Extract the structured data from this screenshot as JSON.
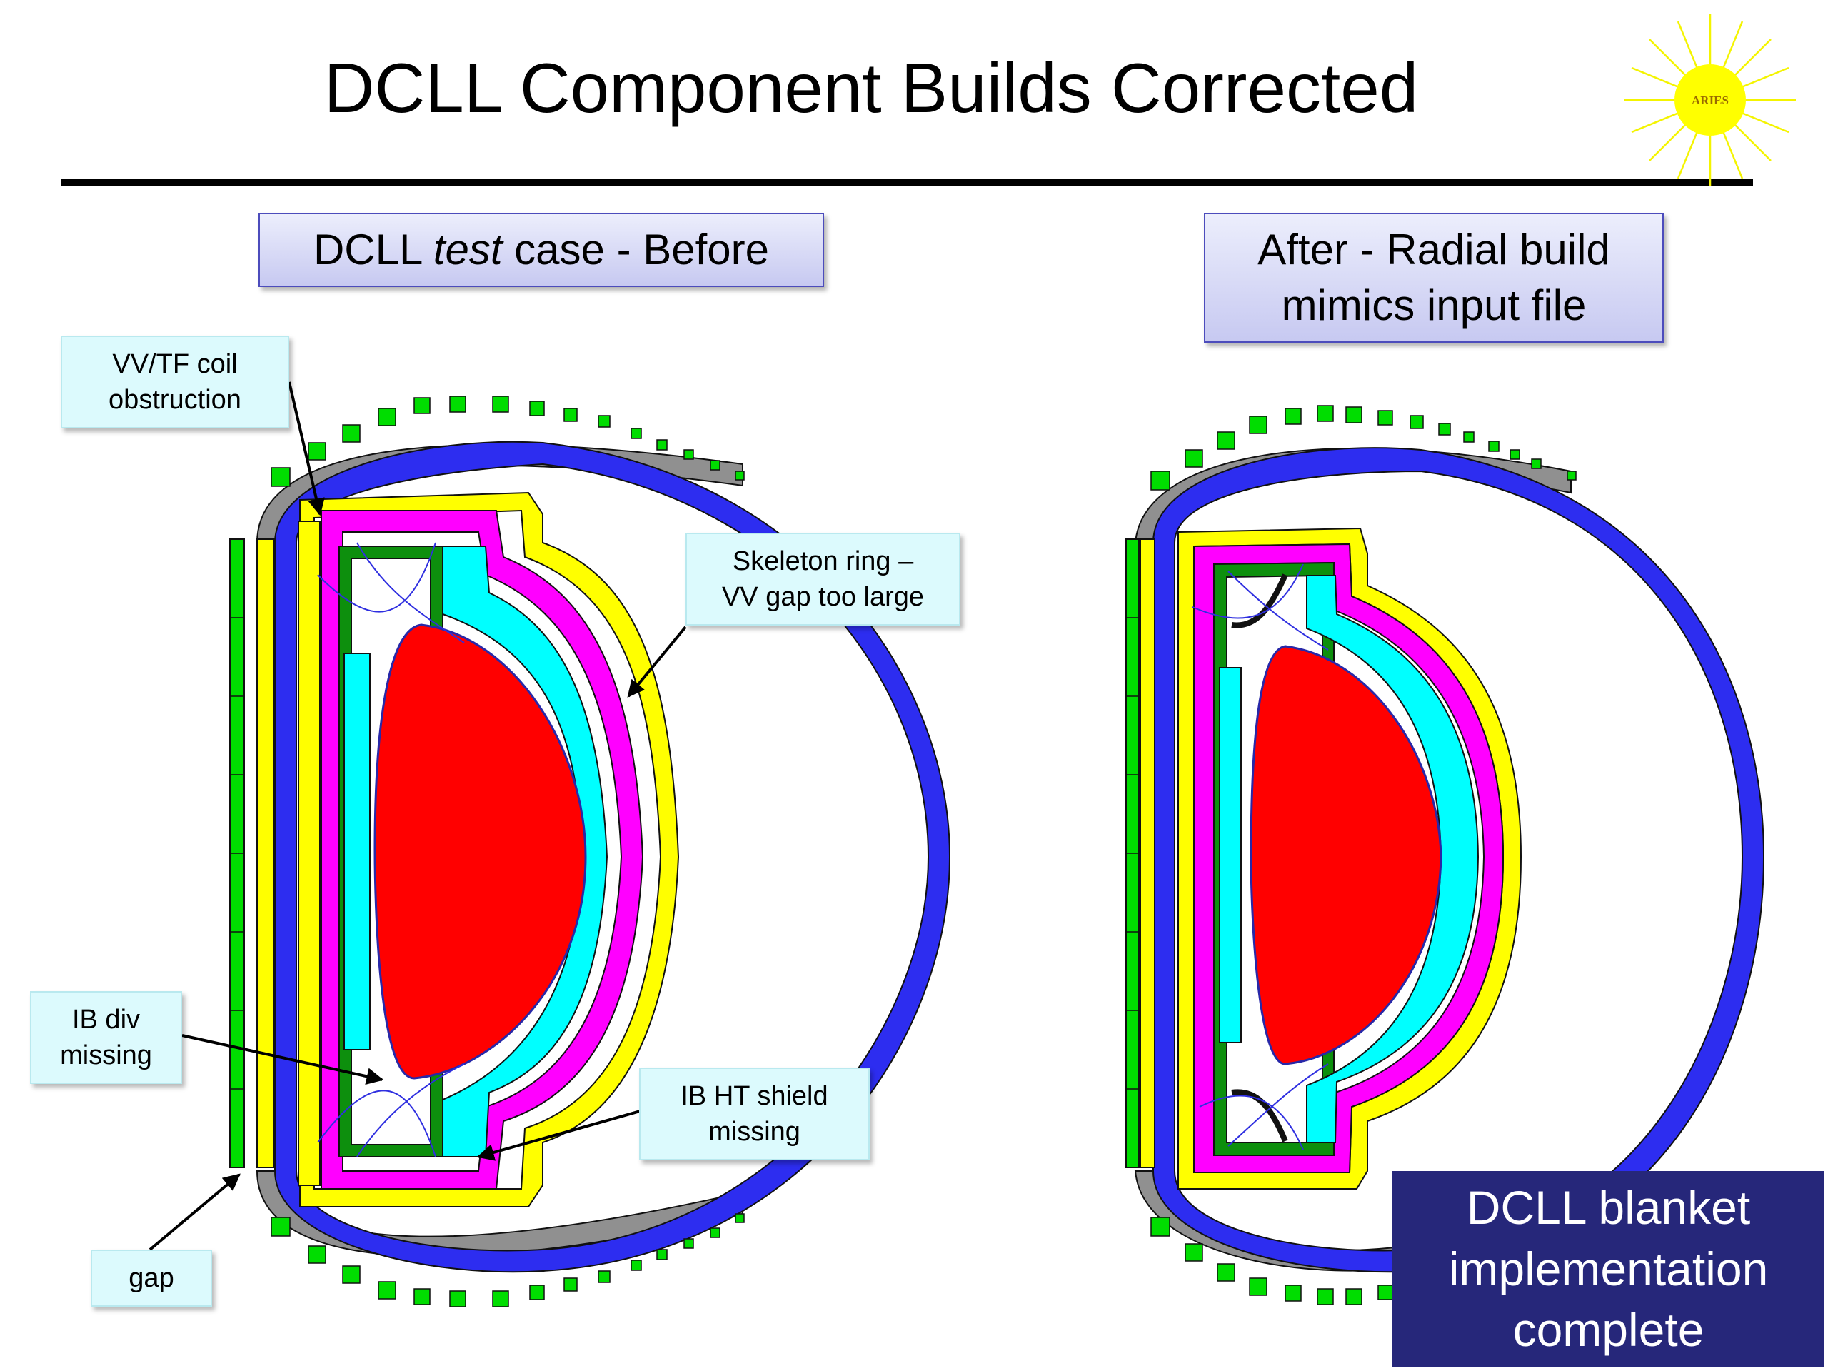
{
  "slide": {
    "title": "DCLL Component Builds Corrected"
  },
  "logo": {
    "text": "ARIES",
    "color": "#ffff00"
  },
  "panels": {
    "before": {
      "header_pre": "DCLL ",
      "header_em": "test",
      "header_post": " case - Before"
    },
    "after": {
      "header": "After - Radial build\nmimics input file"
    }
  },
  "callouts": {
    "vv_tf_coil": "VV/TF coil\nobstruction",
    "skeleton_ring": "Skeleton ring –\nVV gap too large",
    "ib_div": "IB div\nmissing",
    "ib_ht_shield": "IB HT shield\nmissing",
    "gap": "gap"
  },
  "conclusion": "DCLL blanket\nimplementation\ncomplete",
  "colors": {
    "plasma": "#ff0000",
    "blanket": "#00ffff",
    "vacuum_vessel": "#ff00ff",
    "shield": "#ffff00",
    "divertor": "#0d8f0d",
    "coils": "#00dd00",
    "cryostat": "#2d2df0",
    "skeleton": "#909090",
    "conclusion_bg": "#26277a"
  }
}
